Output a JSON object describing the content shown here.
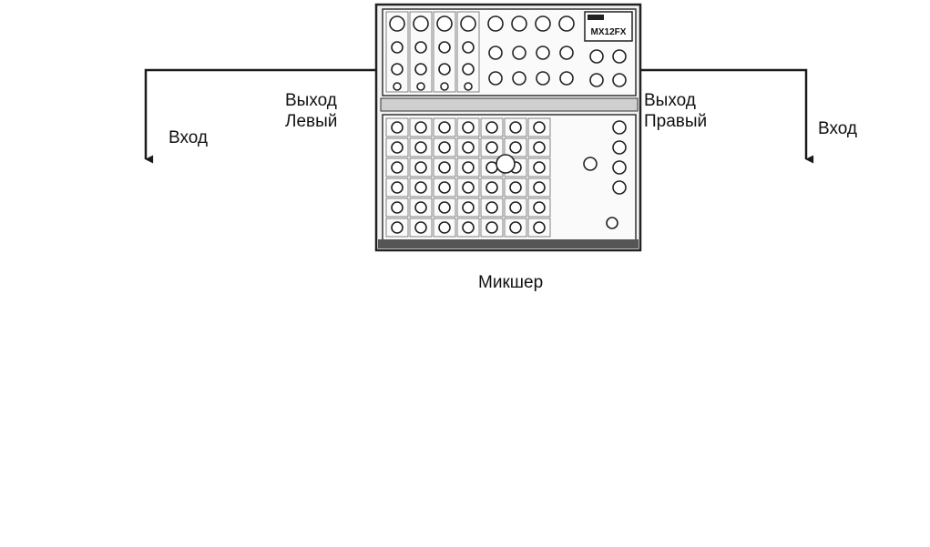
{
  "diagram": {
    "mixer": {
      "label": "Микшер",
      "brand_text": "MX12FX"
    },
    "left_output": {
      "line1": "Выход",
      "line2": "Левый"
    },
    "right_output": {
      "line1": "Выход",
      "line2": "Правый"
    },
    "left_input": {
      "label": "Вход"
    },
    "right_input": {
      "label": "Вход"
    }
  },
  "colors": {
    "line": "#1a1a1a",
    "background": "#ffffff"
  }
}
